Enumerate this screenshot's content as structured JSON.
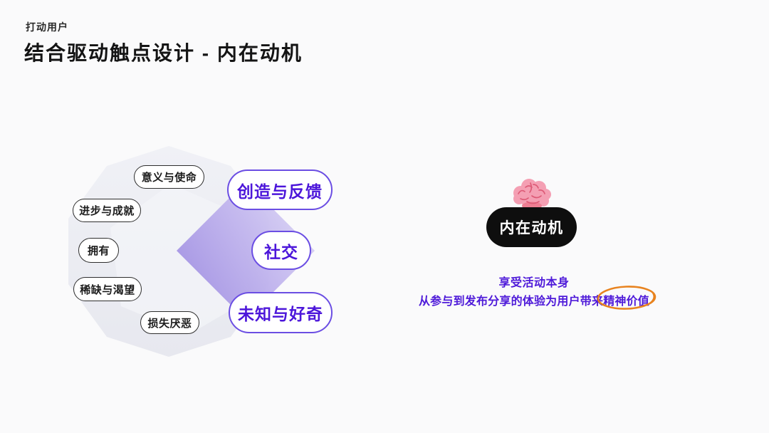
{
  "slide": {
    "eyebrow": "打动用户",
    "title": "结合驱动触点设计 - 内在动机"
  },
  "drivers": {
    "extrinsic_pills": [
      {
        "label": "意义与使命"
      },
      {
        "label": "进步与成就"
      },
      {
        "label": "拥有"
      },
      {
        "label": "稀缺与渴望"
      },
      {
        "label": "损失厌恶"
      }
    ],
    "intrinsic_pills": [
      {
        "label": "创造与反馈"
      },
      {
        "label": "社交"
      },
      {
        "label": "未知与好奇"
      }
    ]
  },
  "intrinsic": {
    "icon": "brain-icon",
    "badge_label": "内在动机",
    "caption_line1": "享受活动本身",
    "caption_line2_prefix": "从参与到发布分享的体验为用户带来",
    "caption_line2_highlight": "精神价值"
  },
  "colors": {
    "accent_purple": "#4C16DA",
    "purple_border": "#6B4EE3",
    "highlight_orange": "#E8831F",
    "badge_black": "#0E0E0E",
    "brain_pink": "#F49FB3",
    "diamond_purple": "#A393E4",
    "polygon_gray": "#EBECF2",
    "background": "#FAFAFB"
  }
}
